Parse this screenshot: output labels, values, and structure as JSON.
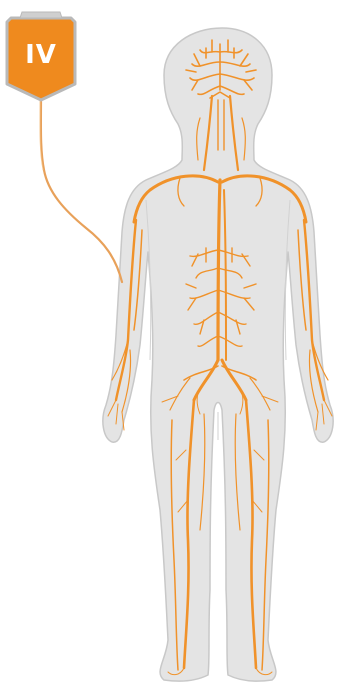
{
  "iv_bag": {
    "label": "IV"
  },
  "colors": {
    "background": "#ffffff",
    "body_fill": "#e4e4e4",
    "body_outline": "#c8c8c8",
    "vessel": "#f0922a",
    "bag_fill": "#ef8a1e",
    "bag_border": "#b9b9b9",
    "bag_text": "#ffffff",
    "tube": "#e8a15a"
  },
  "icons": {
    "bag": "iv-bag-icon",
    "tube": "iv-tube-icon",
    "body": "human-body-silhouette",
    "vessels": "blood-vessels-network"
  }
}
